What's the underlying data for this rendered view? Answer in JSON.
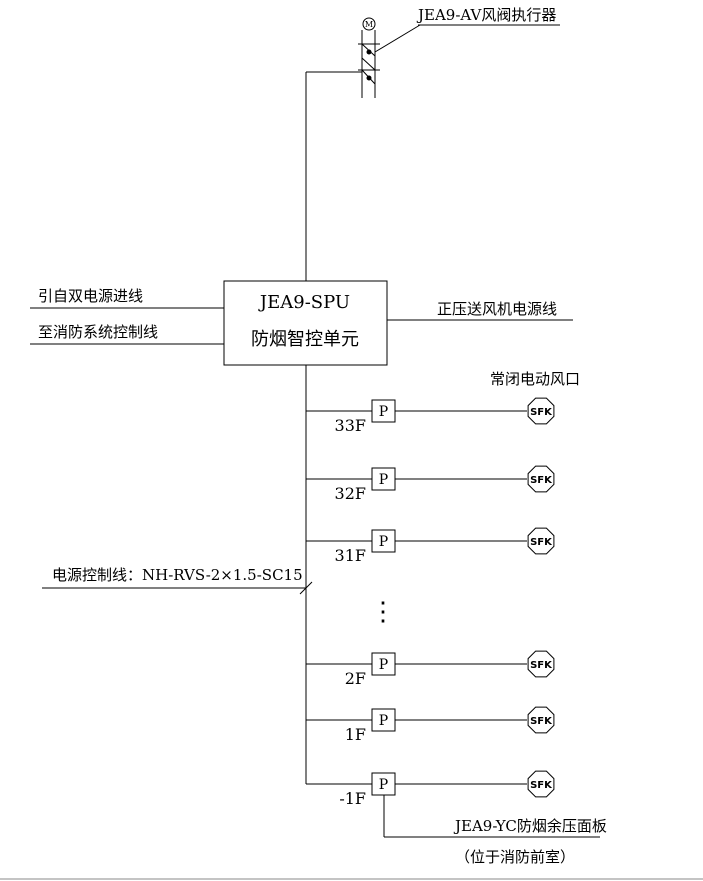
{
  "actuator": {
    "label": "JEA9-AV风阀执行器",
    "motor_symbol": "M"
  },
  "control_unit": {
    "line1": "JEA9-SPU",
    "line2": "防烟智控单元"
  },
  "inputs": {
    "power_in": "引自双电源进线",
    "fire_ctrl": "至消防系统控制线",
    "fan_power": "正压送风机电源线"
  },
  "vent_title": "常闭电动风口",
  "control_cable": "电源控制线：NH-RVS-2×1.5-SC15",
  "floors": [
    {
      "floor": "33F",
      "panel": "P",
      "device": "SFK"
    },
    {
      "floor": "32F",
      "panel": "P",
      "device": "SFK"
    },
    {
      "floor": "31F",
      "panel": "P",
      "device": "SFK"
    },
    {
      "floor": "2F",
      "panel": "P",
      "device": "SFK"
    },
    {
      "floor": "1F",
      "panel": "P",
      "device": "SFK"
    },
    {
      "floor": "-1F",
      "panel": "P",
      "device": "SFK"
    }
  ],
  "ellipsis": "⋮",
  "pressure_panel": {
    "label": "JEA9-YC防烟余压面板",
    "note": "（位于消防前室）"
  }
}
